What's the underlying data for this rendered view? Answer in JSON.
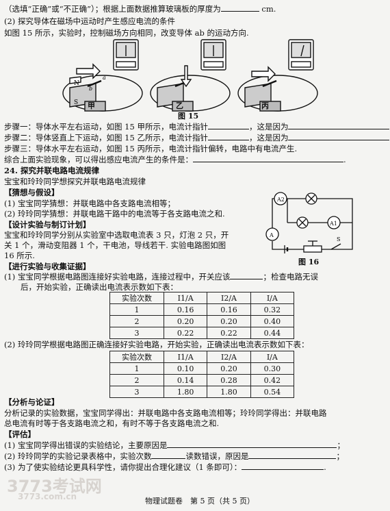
{
  "top": {
    "line1_a": "（选填“正确”或“不正确”）；根据上面数据推算玻璃板的厚度为",
    "line1_unit": "cm.",
    "line2": "(2) 探究导体在磁场中运动时产生感应电流的条件",
    "line3": "如图 15 所示，实验时，控制磁场方向相同，改变导体 ab 的运动方向."
  },
  "fig15": {
    "labels": [
      "甲",
      "乙",
      "丙"
    ],
    "caption": "图 15",
    "magnet_n": "N",
    "magnet_s": "S",
    "conductor_a": "a",
    "conductor_b": "b"
  },
  "steps": {
    "s1": "步骤一：导体水平左右运动，如图 15 甲所示，电流计指针",
    "s1b": "，这是因为",
    "s2": "步骤二：导体竖直上下运动，如图 15 乙所示，电流计指针",
    "s2b": "，这是因为",
    "s3": "步骤三：导体水平左右运动，如图 15 丙所示，电流计指针偏转，电路中有电流产生.",
    "s4": "综合上面实验现象，可以得出感应电流产生的条件是："
  },
  "q24": {
    "num": "24.",
    "title": "探究并联电路电流规律",
    "intro": "宝宝和玲玲同学想探究并联电路电流规律",
    "h1": "【猜想与假设】",
    "g1": "(1) 宝宝同学猜想：并联电路中各支路电流相等；",
    "g2": "(2) 玲玲同学猜想：并联电路干路中的电流等于各支路电流之和.",
    "h2": "【设计实验与制订计划】",
    "p1": "宝宝和玲玲同学分别从实验室中选取电流表 3 只，灯泡 2 只，开",
    "p2": "关 1 个，滑动变阻器 1 个，干电池，导线若干. 实验电路图如图",
    "p3": "16 所示.",
    "h3": "【进行实验与收集证据】",
    "e1a": "(1) 宝宝同学根据电路图连接好实验电路，连接过程中，开关应该",
    "e1b": "；检查电路无误",
    "e1c": "后，开始实验，正确读出电流表示数如下表：",
    "e2": "(2) 玲玲同学根据电路图正确连接好实验电路，开始实验，正确读出电流表示数如下表：",
    "h4": "【分析与论证】",
    "a1": "分析记录的实验数据，宝宝同学得出：并联电路中各支路电流相等；玲玲同学得出：并联电路",
    "a2": "总电流有时等于各支路电流之和，有时不等于各支路电流之和.",
    "h5": "【评估】",
    "v1": "(1) 宝宝同学得出错误的实验结论，主要原因是",
    "v2a": "(2) 玲玲同学的实验记录表格中，实验次数",
    "v2b": "读数错误，原因是",
    "v3": "(3) 为了使实验结论更具科学性，请你提出合理化建议（1 条即可）："
  },
  "fig16": {
    "caption": "图 16",
    "a": "A",
    "a1": "A1",
    "a2": "A2",
    "s": "S"
  },
  "table1": {
    "headers": [
      "实验次数",
      "I1/A",
      "I2/A",
      "I/A"
    ],
    "rows": [
      [
        "1",
        "0.16",
        "0.16",
        "0.32"
      ],
      [
        "2",
        "0.20",
        "0.20",
        "0.40"
      ],
      [
        "3",
        "0.22",
        "0.22",
        "0.44"
      ]
    ]
  },
  "table2": {
    "headers": [
      "实验次数",
      "I1/A",
      "I2/A",
      "I/A"
    ],
    "rows": [
      [
        "1",
        "0.10",
        "0.20",
        "0.30"
      ],
      [
        "2",
        "0.14",
        "0.28",
        "0.42"
      ],
      [
        "3",
        "1.80",
        "1.80",
        "0.54"
      ]
    ]
  },
  "footer": {
    "text": "物理试题卷　第 5 页（共 5 页）",
    "watermark1": "3773考试网",
    "watermark2": "3773.com.cn"
  }
}
